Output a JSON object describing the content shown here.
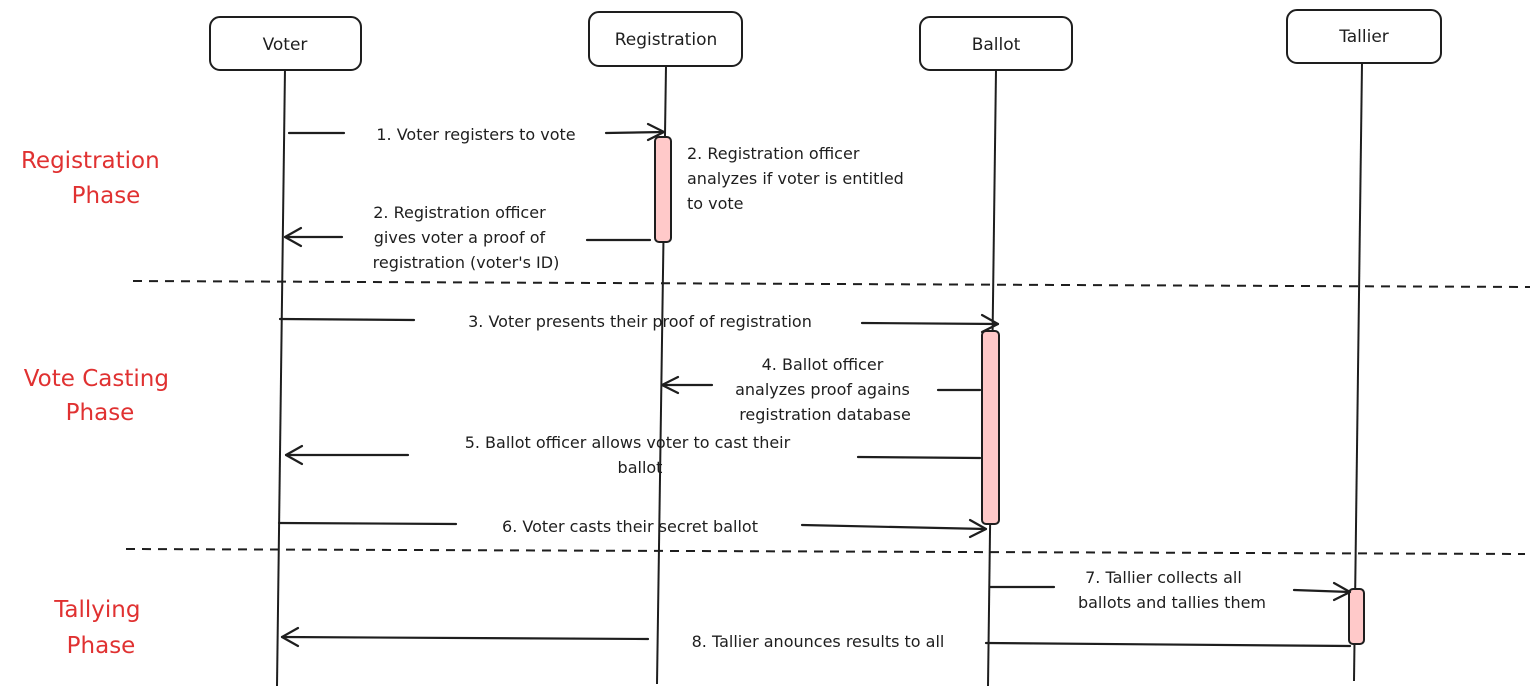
{
  "actors": {
    "voter": "Voter",
    "registration": "Registration",
    "ballot": "Ballot",
    "tallier": "Tallier"
  },
  "phases": {
    "registration": [
      "Registration",
      "Phase"
    ],
    "vote_casting": [
      "Vote Casting",
      "Phase"
    ],
    "tallying": [
      "Tallying",
      "Phase"
    ]
  },
  "messages": {
    "m1": [
      "1. Voter registers to vote"
    ],
    "m2_note": [
      "2. Registration officer",
      "analyzes if voter is entitled",
      "to vote"
    ],
    "m2": [
      "2. Registration officer",
      "gives voter a proof of",
      "registration (voter's ID)"
    ],
    "m3": [
      "3. Voter presents their proof of registration"
    ],
    "m4": [
      "4. Ballot officer",
      "analyzes proof agains",
      "registration database"
    ],
    "m5": [
      "5. Ballot officer allows voter to cast their",
      "ballot"
    ],
    "m6": [
      "6. Voter casts their secret ballot"
    ],
    "m7": [
      "7. Tallier collects all",
      "ballots and tallies them"
    ],
    "m8": [
      "8. Tallier anounces results to all"
    ]
  },
  "colors": {
    "ink": "#1e1e1e",
    "phase": "#e03131",
    "activation": "#ffc9c9"
  }
}
